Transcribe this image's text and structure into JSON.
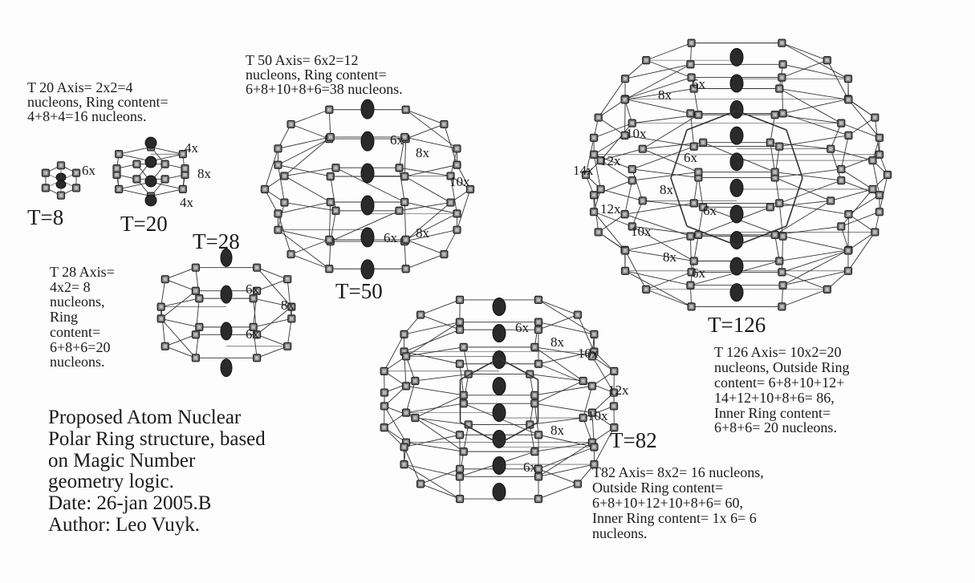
{
  "notes": {
    "t20": "T 20 Axis= 2x2=4\nnucleons, Ring content=\n4+8+4=16 nucleons.",
    "t50": "T 50 Axis= 6x2=12\nnucleons, Ring content=\n6+8+10+8+6=38 nucleons.",
    "t28": "T 28 Axis=\n4x2= 8\nnucleons,\nRing\ncontent=\n6+8+6=20\nnucleons.",
    "t126": "T 126 Axis= 10x2=20\nnucleons, Outside Ring\ncontent= 6+8+10+12+\n14+12+10+8+6=  86,\nInner Ring content=\n6+8+6=  20 nucleons.",
    "t82": "T82 Axis= 8x2= 16 nucleons,\nOutside Ring content=\n6+8+10+12+10+8+6=  60,\nInner Ring content= 1x 6= 6\nnucleons."
  },
  "caption": "Proposed Atom Nuclear\nPolar Ring structure, based\non Magic Number\ngeometry logic.\nDate: 26-jan 2005.B\nAuthor: Leo Vuyk.",
  "structures": [
    {
      "id": "t8",
      "label": "T=8",
      "ring_labels": [
        "6x"
      ]
    },
    {
      "id": "t20",
      "label": "T=20",
      "ring_labels": [
        "4x",
        "8x",
        "4x"
      ]
    },
    {
      "id": "t28",
      "label": "T=28",
      "ring_labels": [
        "6x",
        "8x",
        "6x"
      ]
    },
    {
      "id": "t50",
      "label": "T=50",
      "ring_labels": [
        "6x",
        "8x",
        "10x",
        "8x",
        "6x"
      ]
    },
    {
      "id": "t82",
      "label": "T=82",
      "ring_labels": [
        "6x",
        "8x",
        "10x",
        "12x",
        "10x",
        "8x",
        "6x"
      ]
    },
    {
      "id": "t126",
      "label": "T=126",
      "ring_labels": [
        "6x",
        "8x",
        "10x",
        "12x",
        "14x",
        "12x",
        "10x",
        "8x",
        "6x"
      ]
    }
  ]
}
